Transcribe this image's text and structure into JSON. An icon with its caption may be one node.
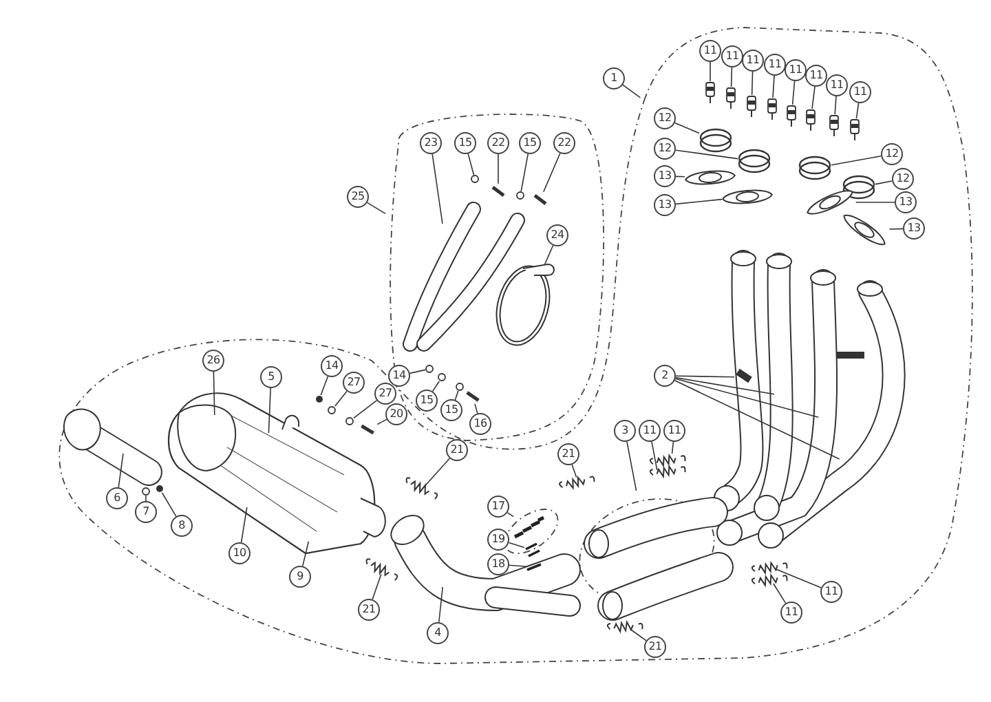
{
  "diagram": {
    "nodes": [
      {
        "text": [
          "1"
        ]
      },
      {
        "text": [
          "11"
        ]
      },
      {
        "text": [
          "11"
        ]
      },
      {
        "text": [
          "11"
        ]
      },
      {
        "text": [
          "11"
        ]
      },
      {
        "text": [
          "11"
        ]
      },
      {
        "text": [
          "11"
        ]
      },
      {
        "text": [
          "11"
        ]
      },
      {
        "text": [
          "11"
        ]
      },
      {
        "text": [
          "12"
        ]
      },
      {
        "text": [
          "12"
        ]
      },
      {
        "text": [
          "12"
        ]
      },
      {
        "text": [
          "12"
        ]
      },
      {
        "text": [
          "13"
        ]
      },
      {
        "text": [
          "13"
        ]
      },
      {
        "text": [
          "13"
        ]
      },
      {
        "text": [
          "13"
        ]
      },
      {
        "text": [
          "23"
        ]
      },
      {
        "text": [
          "15"
        ]
      },
      {
        "text": [
          "22"
        ]
      },
      {
        "text": [
          "15"
        ]
      },
      {
        "text": [
          "22"
        ]
      },
      {
        "text": [
          "25"
        ]
      },
      {
        "text": [
          "24"
        ]
      },
      {
        "text": [
          "26"
        ]
      },
      {
        "text": [
          "14"
        ]
      },
      {
        "text": [
          "5"
        ]
      },
      {
        "text": [
          "14"
        ]
      },
      {
        "text": [
          "27"
        ]
      },
      {
        "text": [
          "2"
        ]
      },
      {
        "text": [
          "27"
        ]
      },
      {
        "text": [
          "15"
        ]
      },
      {
        "text": [
          "15"
        ]
      },
      {
        "text": [
          "20"
        ]
      },
      {
        "text": [
          "16"
        ]
      },
      {
        "text": [
          "3"
        ]
      },
      {
        "text": [
          "11"
        ]
      },
      {
        "text": [
          "11"
        ]
      },
      {
        "text": [
          "21"
        ]
      },
      {
        "text": [
          "21"
        ]
      },
      {
        "text": [
          "6"
        ]
      },
      {
        "text": [
          "17"
        ]
      },
      {
        "text": [
          "7"
        ]
      },
      {
        "text": [
          "8"
        ]
      },
      {
        "text": [
          "19"
        ]
      },
      {
        "text": [
          "10"
        ]
      },
      {
        "text": [
          "18"
        ]
      },
      {
        "text": [
          "9"
        ]
      },
      {
        "text": [
          "11"
        ]
      },
      {
        "text": [
          "21"
        ]
      },
      {
        "text": [
          "11"
        ]
      },
      {
        "text": [
          "4"
        ]
      },
      {
        "text": [
          "21"
        ]
      },
      {
        "text": [],
        "shape": "picture"
      },
      {
        "text": [],
        "shape": "picture"
      },
      {
        "text": [],
        "shape": "picture"
      },
      {
        "text": [],
        "shape": "picture"
      },
      {
        "text": [],
        "shape": "picture"
      },
      {
        "text": [],
        "shape": "picture"
      },
      {
        "text": [],
        "shape": "picture"
      },
      {
        "text": [],
        "shape": "picture"
      },
      {
        "text": [],
        "shape": "circle"
      },
      {
        "text": [],
        "shape": "circle"
      },
      {
        "text": [],
        "shape": "circle"
      },
      {
        "text": [],
        "shape": "circle"
      },
      {
        "text": [],
        "shape": "picture"
      },
      {
        "text": [],
        "shape": "picture"
      },
      {
        "text": [],
        "shape": "picture"
      },
      {
        "text": [],
        "shape": "picture"
      },
      {
        "text": [],
        "shape": "circle"
      },
      {
        "text": [],
        "shape": "picture"
      },
      {
        "text": [],
        "shape": "circle"
      },
      {
        "text": [],
        "shape": "picture"
      },
      {
        "text": [],
        "shape": "circle"
      },
      {
        "text": [],
        "shape": "circle"
      },
      {
        "text": [],
        "shape": "circle"
      },
      {
        "text": [],
        "shape": "circle"
      },
      {
        "text": [],
        "shape": "circle"
      },
      {
        "text": [],
        "shape": "circle"
      },
      {
        "text": [],
        "shape": "circle"
      },
      {
        "text": [],
        "shape": "picture"
      },
      {
        "text": [],
        "shape": "picture"
      },
      {
        "text": [],
        "shape": "circle"
      },
      {
        "text": [],
        "shape": "circle"
      },
      {
        "text": [],
        "shape": "picture"
      },
      {
        "text": [],
        "shape": "picture"
      },
      {
        "text": [],
        "shape": "picture"
      }
    ],
    "edges": [
      {
        "from": 0,
        "to": null,
        "arrow": "none"
      },
      {
        "from": 1,
        "to": 53,
        "arrow": "none"
      },
      {
        "from": 2,
        "to": 54,
        "arrow": "none"
      },
      {
        "from": 3,
        "to": 55,
        "arrow": "none"
      },
      {
        "from": 4,
        "to": 56,
        "arrow": "none"
      },
      {
        "from": 5,
        "to": 57,
        "arrow": "none"
      },
      {
        "from": 6,
        "to": 58,
        "arrow": "none"
      },
      {
        "from": 7,
        "to": 59,
        "arrow": "none"
      },
      {
        "from": 8,
        "to": 60,
        "arrow": "none"
      },
      {
        "from": 9,
        "to": 61,
        "arrow": "none"
      },
      {
        "from": 10,
        "to": 62,
        "arrow": "none"
      },
      {
        "from": 11,
        "to": 63,
        "arrow": "none"
      },
      {
        "from": 12,
        "to": 64,
        "arrow": "none"
      },
      {
        "from": 13,
        "to": 65,
        "arrow": "none"
      },
      {
        "from": 14,
        "to": 66,
        "arrow": "none"
      },
      {
        "from": 15,
        "to": 67,
        "arrow": "none"
      },
      {
        "from": 16,
        "to": 68,
        "arrow": "none"
      },
      {
        "from": 17,
        "to": null,
        "arrow": "none"
      },
      {
        "from": 18,
        "to": 69,
        "arrow": "none"
      },
      {
        "from": 19,
        "to": 70,
        "arrow": "none"
      },
      {
        "from": 20,
        "to": 71,
        "arrow": "none"
      },
      {
        "from": 21,
        "to": 72,
        "arrow": "none"
      },
      {
        "from": 22,
        "to": null,
        "arrow": "none"
      },
      {
        "from": 23,
        "to": 73,
        "arrow": "none"
      },
      {
        "from": 24,
        "to": null,
        "arrow": "none"
      },
      {
        "from": 25,
        "to": 74,
        "arrow": "none"
      },
      {
        "from": 26,
        "to": null,
        "arrow": "none"
      },
      {
        "from": 27,
        "to": 75,
        "arrow": "none"
      },
      {
        "from": 28,
        "to": 76,
        "arrow": "none"
      },
      {
        "from": 29,
        "to": null,
        "arrow": "none"
      },
      {
        "from": 29,
        "to": null,
        "arrow": "none"
      },
      {
        "from": 29,
        "to": null,
        "arrow": "none"
      },
      {
        "from": 29,
        "to": null,
        "arrow": "none"
      },
      {
        "from": 30,
        "to": 77,
        "arrow": "none"
      },
      {
        "from": 31,
        "to": 78,
        "arrow": "none"
      },
      {
        "from": 32,
        "to": 79,
        "arrow": "none"
      },
      {
        "from": 33,
        "to": 80,
        "arrow": "none"
      },
      {
        "from": 34,
        "to": 81,
        "arrow": "none"
      },
      {
        "from": 35,
        "to": null,
        "arrow": "none"
      },
      {
        "from": 36,
        "to": null,
        "arrow": "none"
      },
      {
        "from": 37,
        "to": null,
        "arrow": "none"
      },
      {
        "from": 38,
        "to": null,
        "arrow": "none"
      },
      {
        "from": 39,
        "to": null,
        "arrow": "none"
      },
      {
        "from": 40,
        "to": null,
        "arrow": "none"
      },
      {
        "from": 41,
        "to": 84,
        "arrow": "none"
      },
      {
        "from": 42,
        "to": 82,
        "arrow": "none"
      },
      {
        "from": 43,
        "to": 83,
        "arrow": "none"
      },
      {
        "from": 44,
        "to": 85,
        "arrow": "none"
      },
      {
        "from": 45,
        "to": null,
        "arrow": "none"
      },
      {
        "from": 46,
        "to": 86,
        "arrow": "none"
      },
      {
        "from": 47,
        "to": null,
        "arrow": "none"
      },
      {
        "from": 48,
        "to": null,
        "arrow": "none"
      },
      {
        "from": 49,
        "to": null,
        "arrow": "none"
      },
      {
        "from": 50,
        "to": null,
        "arrow": "none"
      },
      {
        "from": 51,
        "to": null,
        "arrow": "none"
      },
      {
        "from": 52,
        "to": null,
        "arrow": "none"
      }
    ]
  }
}
